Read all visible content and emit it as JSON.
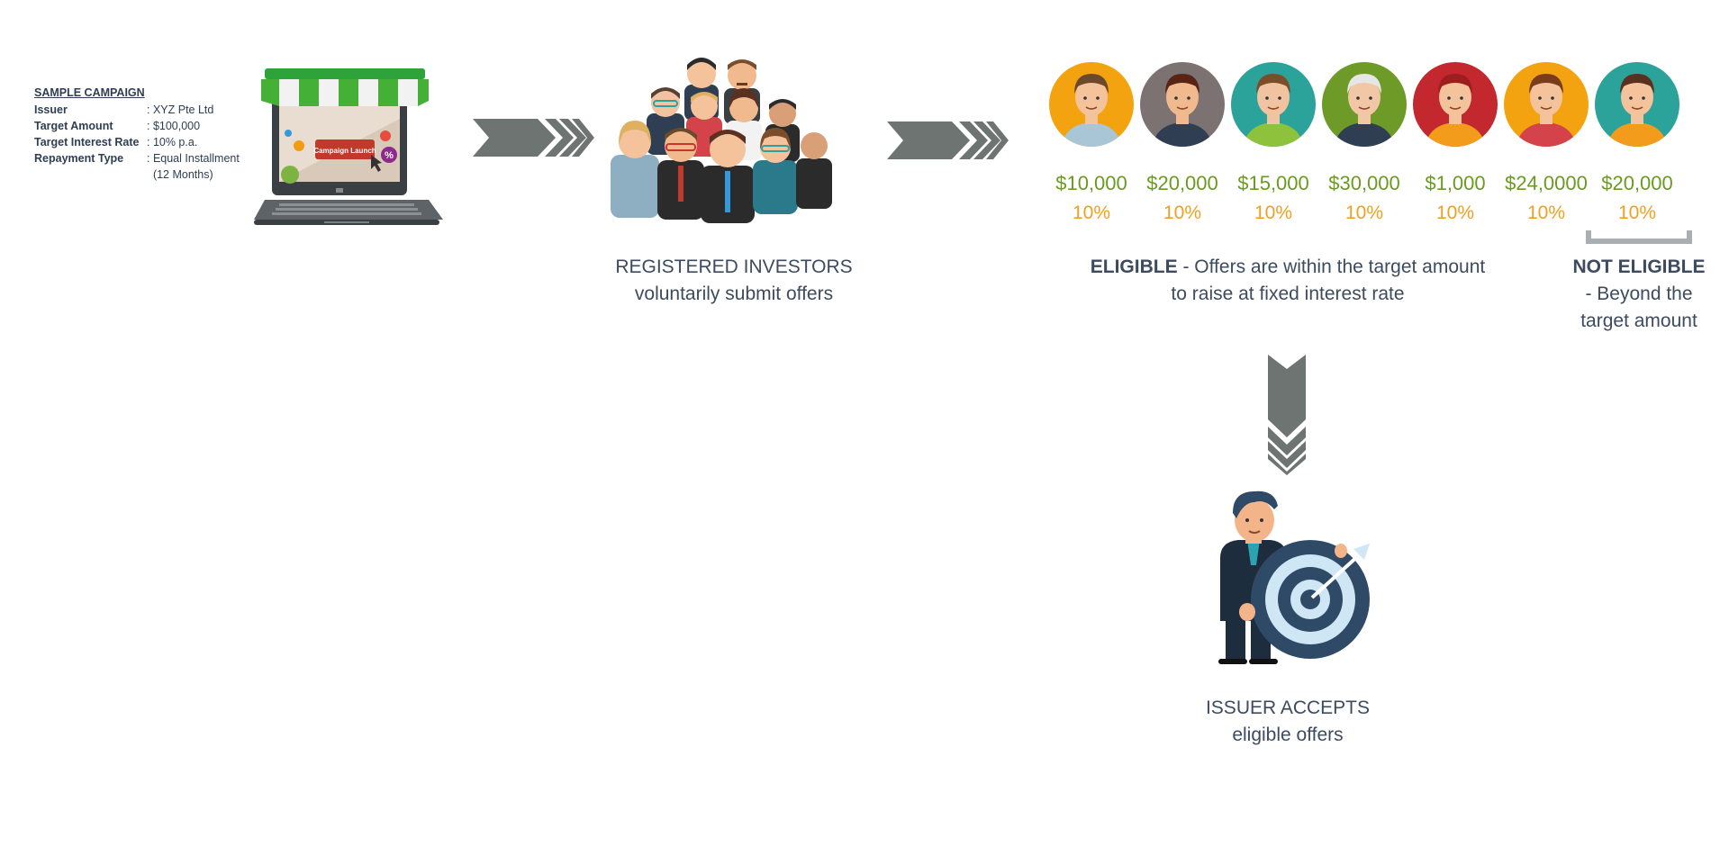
{
  "campaign": {
    "title": "SAMPLE CAMPAIGN",
    "rows": [
      {
        "label": "Issuer",
        "value": ": XYZ Pte Ltd"
      },
      {
        "label": "Target Amount",
        "value": ": $100,000"
      },
      {
        "label": "Target Interest Rate",
        "value": ": 10% p.a."
      },
      {
        "label": "Repayment Type",
        "value": ": Equal Installment\n  (12 Months)"
      }
    ]
  },
  "laptop": {
    "button_label": "Campaign Launch",
    "badge_symbol": "%"
  },
  "investors_caption": {
    "line1": "REGISTERED INVESTORS",
    "line2": "voluntarily submit offers"
  },
  "offers": [
    {
      "amount": "$10,000",
      "rate": "10%",
      "bg": "#f2a30f",
      "skin": "#f4c29b",
      "hair": "#6b4a2b",
      "shirt": "#a9c6d6",
      "eligible": true
    },
    {
      "amount": "$20,000",
      "rate": "10%",
      "bg": "#7d7272",
      "skin": "#f1b98e",
      "hair": "#5a2415",
      "shirt": "#2f3e52",
      "eligible": true
    },
    {
      "amount": "$15,000",
      "rate": "10%",
      "bg": "#2ba39a",
      "skin": "#f1c3a0",
      "hair": "#7a4e2a",
      "shirt": "#8ec23d",
      "eligible": true
    },
    {
      "amount": "$30,000",
      "rate": "10%",
      "bg": "#6e9a27",
      "skin": "#f1c7a6",
      "hair": "#e6e6e6",
      "shirt": "#2f3e52",
      "eligible": true
    },
    {
      "amount": "$1,000",
      "rate": "10%",
      "bg": "#c2282e",
      "skin": "#f4c29b",
      "hair": "#9c1e1e",
      "shirt": "#f39c1b",
      "eligible": true
    },
    {
      "amount": "$24,0000",
      "rate": "10%",
      "bg": "#f2a30f",
      "skin": "#f4c29b",
      "hair": "#7a3d1b",
      "shirt": "#d5434a",
      "eligible": true
    },
    {
      "amount": "$20,000",
      "rate": "10%",
      "bg": "#2ba39a",
      "skin": "#f4c29b",
      "hair": "#5a3020",
      "shirt": "#f39c1b",
      "eligible": false
    }
  ],
  "eligible_caption": {
    "bold": "ELIGIBLE",
    "rest": " - Offers are within the target amount",
    "line2": "to raise at fixed interest rate"
  },
  "not_eligible_caption": {
    "bold": "NOT ELIGIBLE",
    "line2": "- Beyond the",
    "line3": "target amount"
  },
  "issuer_caption": {
    "line1": "ISSUER ACCEPTS",
    "line2": "eligible offers"
  },
  "colors": {
    "arrow": "#6e7472",
    "text": "#3d4b5e",
    "amount": "#6a9a1f",
    "rate": "#f0a020",
    "target_navy": "#2f4a66",
    "target_light": "#cfe6f5"
  }
}
